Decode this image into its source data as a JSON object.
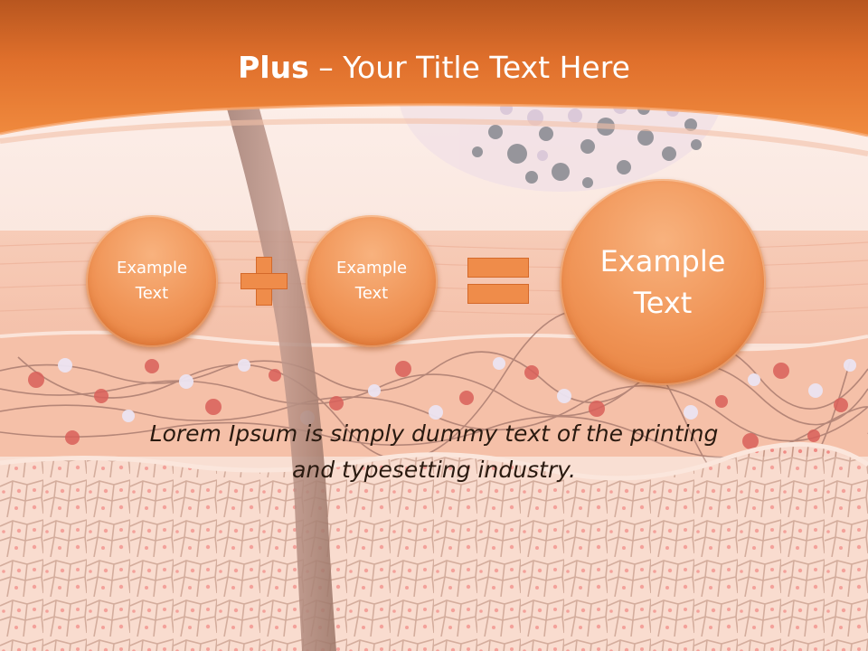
{
  "title": {
    "bold": "Plus",
    "rest": " – Your Title Text Here"
  },
  "equation": {
    "operand_1": "Example\nText",
    "operand_2": "Example\nText",
    "result": "Example\nText"
  },
  "body_text": "Lorem Ipsum is simply dummy text of the printing\nand typesetting industry.",
  "colors": {
    "accent": "#ef8c4a",
    "header": "#e8742a",
    "text": "#2a1a10"
  },
  "icons": {
    "operator_plus": "plus-icon",
    "operator_equals": "equals-icon"
  }
}
